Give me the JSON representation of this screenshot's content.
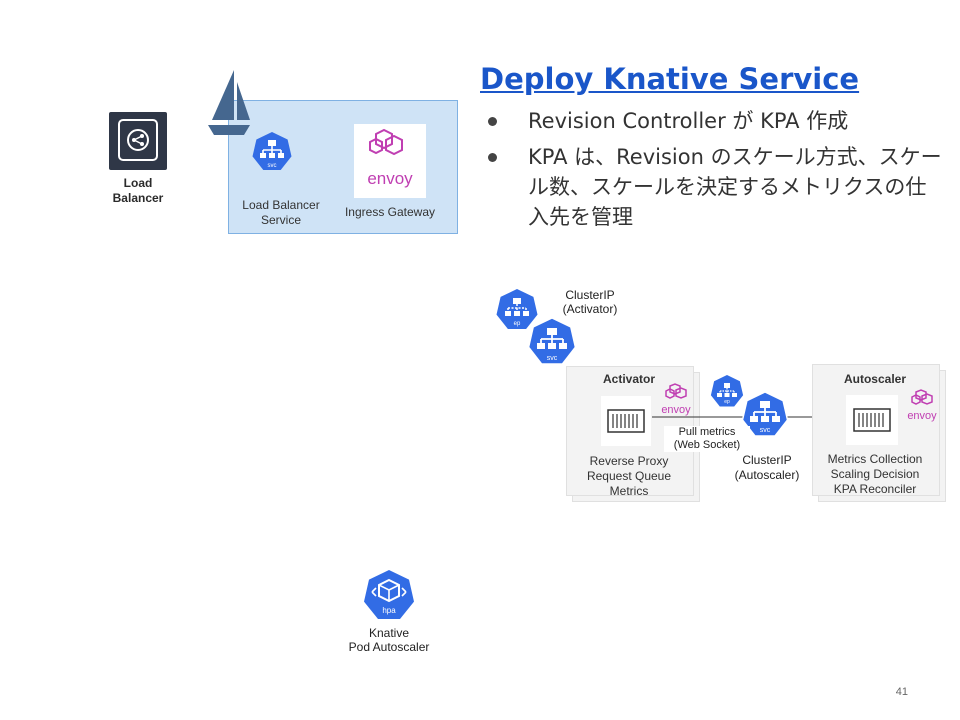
{
  "slide": {
    "title": "Deploy Knative Service",
    "bullets": [
      "Revision Controller が KPA 作成",
      "KPA は、Revision のスケール方式、スケール数、スケールを決定するメトリクスの仕入先を管理"
    ],
    "page_number": "41"
  },
  "left_diagram": {
    "load_balancer_label_line1": "Load",
    "load_balancer_label_line2": "Balancer",
    "svc_badge": "svc",
    "lb_service_label_line1": "Load Balancer",
    "lb_service_label_line2": "Service",
    "envoy_logo_text": "envoy",
    "ingress_gateway_label": "Ingress Gateway",
    "hpa_badge": "hpa",
    "kpa_label_line1": "Knative",
    "kpa_label_line2": "Pod Autoscaler"
  },
  "right_diagram": {
    "clusterip_activator_line1": "ClusterIP",
    "clusterip_activator_line2": "(Activator)",
    "ep_badge": "ep",
    "svc_badge": "svc",
    "activator_title": "Activator",
    "envoy_logo_text": "envoy",
    "activator_lines": [
      "Reverse Proxy",
      "Request Queue",
      "Metrics"
    ],
    "pull_metrics_line1": "Pull metrics",
    "pull_metrics_line2": "(Web Socket)",
    "clusterip_autoscaler_line1": "ClusterIP",
    "clusterip_autoscaler_line2": "(Autoscaler)",
    "autoscaler_title": "Autoscaler",
    "autoscaler_lines": [
      "Metrics Collection",
      "Scaling Decision",
      "KPA Reconciler"
    ]
  },
  "colors": {
    "k8s_blue": "#326ce5",
    "title_blue": "#1a56c9",
    "envoy_magenta": "#c03fb2",
    "gateway_fill": "#cfe3f6",
    "istio_navy": "#45678f"
  }
}
